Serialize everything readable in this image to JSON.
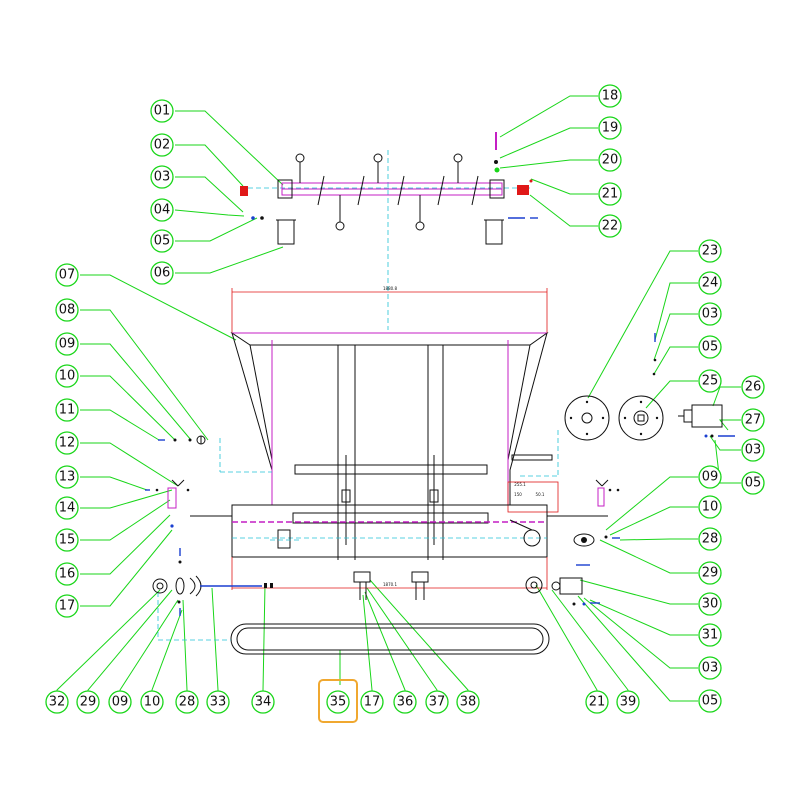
{
  "colors": {
    "leader": "#19d619",
    "outline": "#111111",
    "accent_magenta": "#c41fc4",
    "centerline": "#22c3d6",
    "dimension": "#e01818",
    "highlight": "#f0a830",
    "blue_part": "#1a3fd0"
  },
  "dimensions": {
    "hopper_width": "1880.8",
    "bottom_width": "1870.1",
    "small_a": "255.1",
    "small_b": "150",
    "small_c": "50.1"
  },
  "callouts": {
    "c01": "01",
    "c02": "02",
    "c03": "03",
    "c04": "04",
    "c05": "05",
    "c06": "06",
    "c07": "07",
    "c08": "08",
    "c09": "09",
    "c10": "10",
    "c11": "11",
    "c12": "12",
    "c13": "13",
    "c14": "14",
    "c15": "15",
    "c16": "16",
    "c17": "17",
    "c18": "18",
    "c19": "19",
    "c20": "20",
    "c21": "21",
    "c22": "22",
    "c23": "23",
    "c24": "24",
    "c03r": "03",
    "c05r": "05",
    "c25": "25",
    "c26": "26",
    "c27": "27",
    "c03s": "03",
    "c05s": "05",
    "c09r": "09",
    "c10r": "10",
    "c28r": "28",
    "c29r": "29",
    "c30": "30",
    "c31": "31",
    "c03t": "03",
    "c05t": "05",
    "b32": "32",
    "b29": "29",
    "b09": "09",
    "b10": "10",
    "b28": "28",
    "b33": "33",
    "b34": "34",
    "b35": "35",
    "b17": "17",
    "b36": "36",
    "b37": "37",
    "b38": "38",
    "b21": "21",
    "b39": "39"
  },
  "highlighted": "35"
}
